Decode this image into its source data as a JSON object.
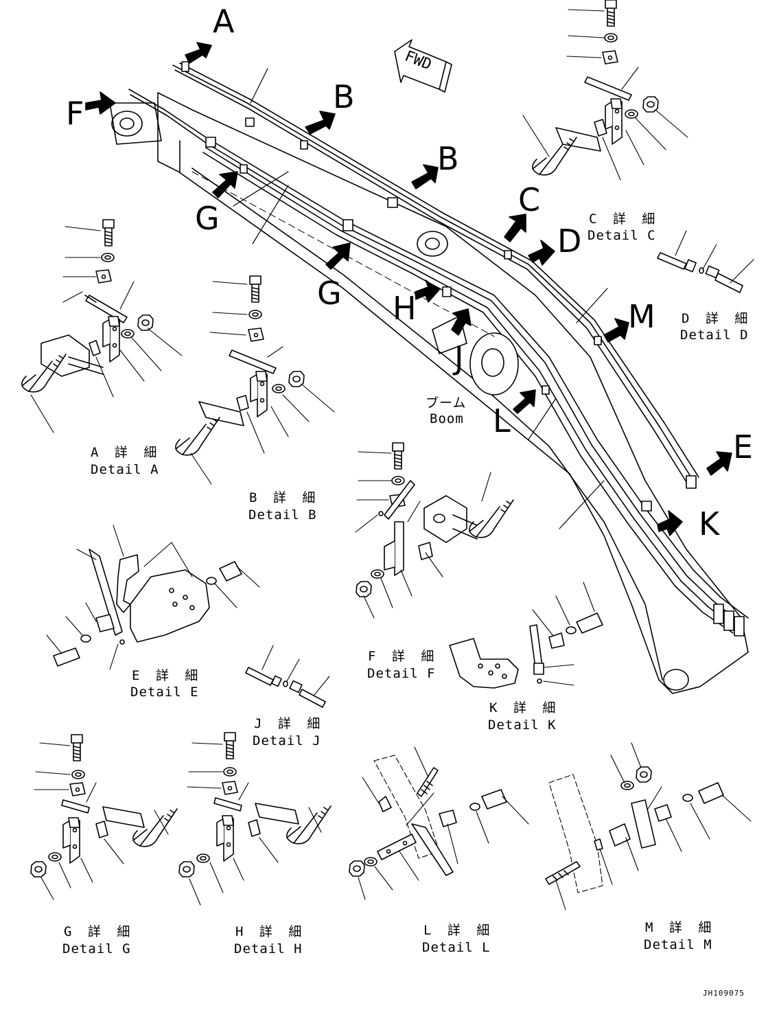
{
  "fwd_label": "FWD",
  "boom_label_jp": "ブーム",
  "boom_label_en": "Boom",
  "drawing_code": "JH109075",
  "callouts": [
    "A",
    "B",
    "B",
    "C",
    "D",
    "E",
    "F",
    "G",
    "G",
    "H",
    "J",
    "K",
    "L",
    "M"
  ],
  "details": {
    "A": {
      "jp": "A 詳 細",
      "en": "Detail A"
    },
    "B": {
      "jp": "B 詳 細",
      "en": "Detail B"
    },
    "C": {
      "jp": "C 詳 細",
      "en": "Detail C"
    },
    "D": {
      "jp": "D 詳 細",
      "en": "Detail D"
    },
    "E": {
      "jp": "E 詳 細",
      "en": "Detail E"
    },
    "F": {
      "jp": "F 詳 細",
      "en": "Detail F"
    },
    "G": {
      "jp": "G 詳 細",
      "en": "Detail G"
    },
    "H": {
      "jp": "H 詳 細",
      "en": "Detail H"
    },
    "J": {
      "jp": "J 詳 細",
      "en": "Detail J"
    },
    "K": {
      "jp": "K 詳 細",
      "en": "Detail K"
    },
    "L": {
      "jp": "L 詳 細",
      "en": "Detail L"
    },
    "M": {
      "jp": "M 詳 細",
      "en": "Detail M"
    }
  }
}
